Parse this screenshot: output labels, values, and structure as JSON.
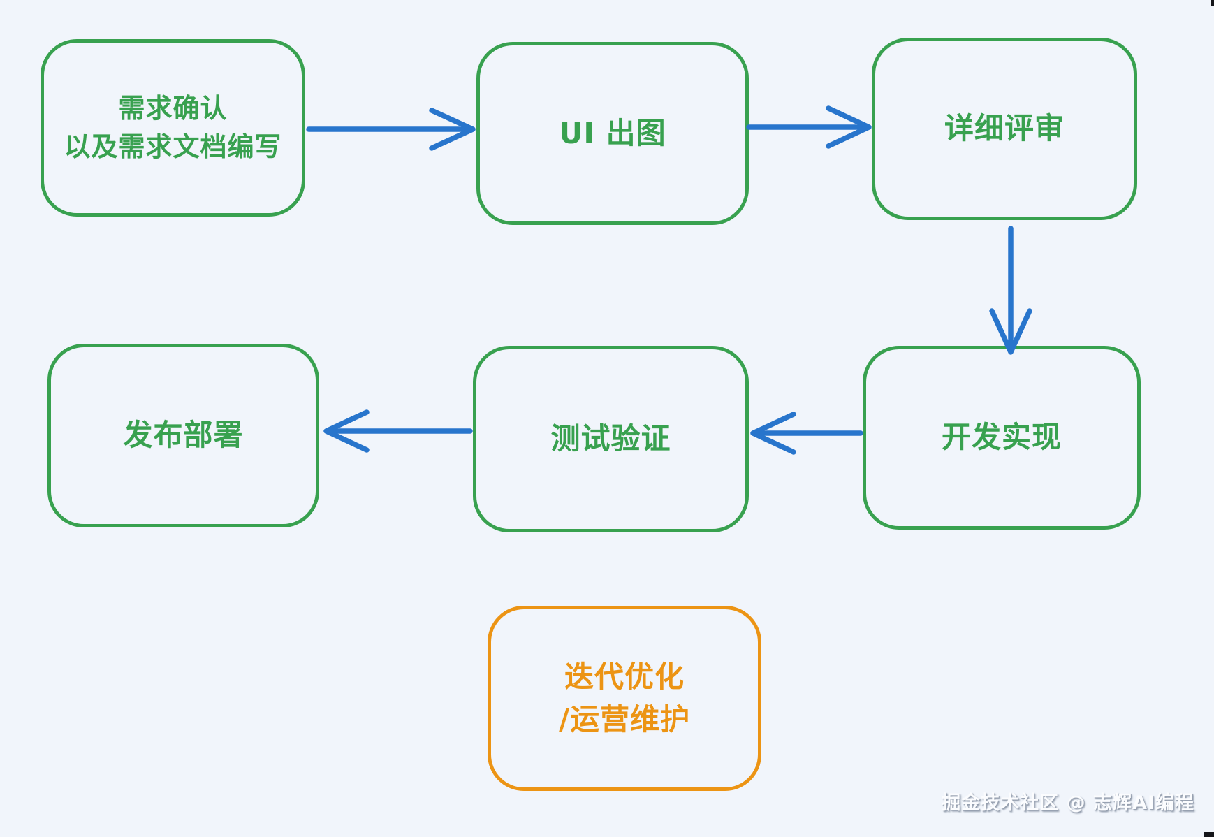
{
  "colors": {
    "bg": "#f1f5fb",
    "green": "#38a14f",
    "blue": "#2875cc",
    "orange": "#ec9414",
    "watermark": "#fbfcfe",
    "wmshadow": "#949eae"
  },
  "diagram": {
    "nodes": [
      {
        "id": "requirements",
        "line1": "需求确认",
        "line2": "以及需求文档编写",
        "color": "green"
      },
      {
        "id": "ui-design",
        "line1": "UI 出图",
        "color": "green"
      },
      {
        "id": "detailed-review",
        "line1": "详细评审",
        "color": "green"
      },
      {
        "id": "development",
        "line1": "开发实现",
        "color": "green"
      },
      {
        "id": "testing",
        "line1": "测试验证",
        "color": "green"
      },
      {
        "id": "release",
        "line1": "发布部署",
        "color": "green"
      },
      {
        "id": "iteration",
        "line1": "迭代优化",
        "line2": "/运营维护",
        "color": "orange"
      }
    ],
    "edges": [
      {
        "from": "requirements",
        "to": "ui-design",
        "direction": "right"
      },
      {
        "from": "ui-design",
        "to": "detailed-review",
        "direction": "right"
      },
      {
        "from": "detailed-review",
        "to": "development",
        "direction": "down"
      },
      {
        "from": "development",
        "to": "testing",
        "direction": "left"
      },
      {
        "from": "testing",
        "to": "release",
        "direction": "left"
      }
    ]
  },
  "watermark": {
    "text": "掘金技术社区 @ 志辉AI编程"
  }
}
